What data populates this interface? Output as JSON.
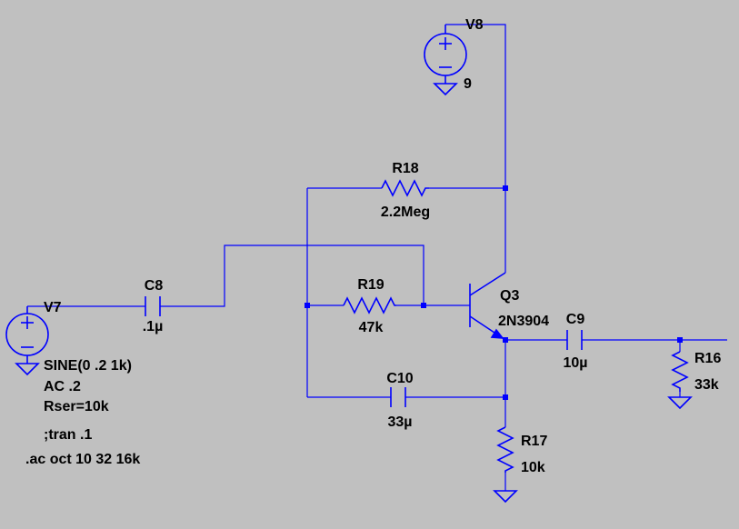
{
  "schematic": {
    "colors": {
      "background": "#c0c0c0",
      "wire": "#0000ff",
      "text": "#000000"
    },
    "components": {
      "v8": {
        "name": "V8",
        "value": "9"
      },
      "v7": {
        "name": "V7",
        "value_lines": [
          "SINE(0 .2 1k)",
          "AC .2",
          "Rser=10k"
        ]
      },
      "c8": {
        "name": "C8",
        "value": ".1µ"
      },
      "r18": {
        "name": "R18",
        "value": "2.2Meg"
      },
      "r19": {
        "name": "R19",
        "value": "47k"
      },
      "q3": {
        "name": "Q3",
        "value": "2N3904"
      },
      "c9": {
        "name": "C9",
        "value": "10µ"
      },
      "r16": {
        "name": "R16",
        "value": "33k"
      },
      "c10": {
        "name": "C10",
        "value": "33µ"
      },
      "r17": {
        "name": "R17",
        "value": "10k"
      }
    },
    "directives": [
      ";tran .1",
      ".ac oct 10 32 16k"
    ]
  }
}
